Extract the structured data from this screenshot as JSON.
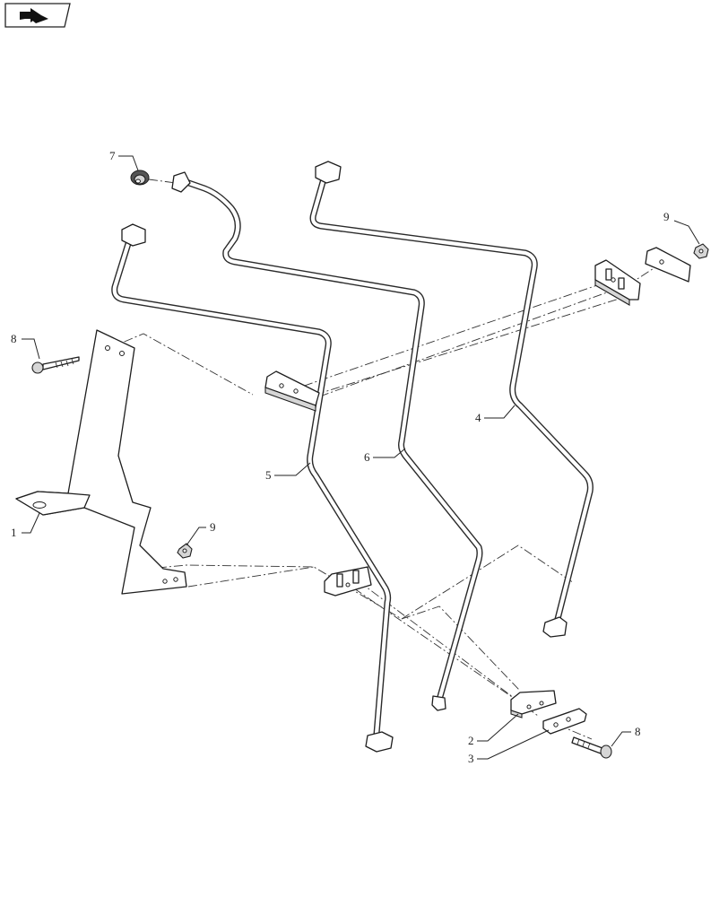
{
  "nav": {
    "icon": "back-arrow-icon"
  },
  "diagram": {
    "callouts": {
      "c1": "1",
      "c2": "2",
      "c3": "3",
      "c4": "4",
      "c5": "5",
      "c6": "6",
      "c7": "7",
      "c8a": "8",
      "c8b": "8",
      "c9a": "9",
      "c9b": "9"
    }
  }
}
